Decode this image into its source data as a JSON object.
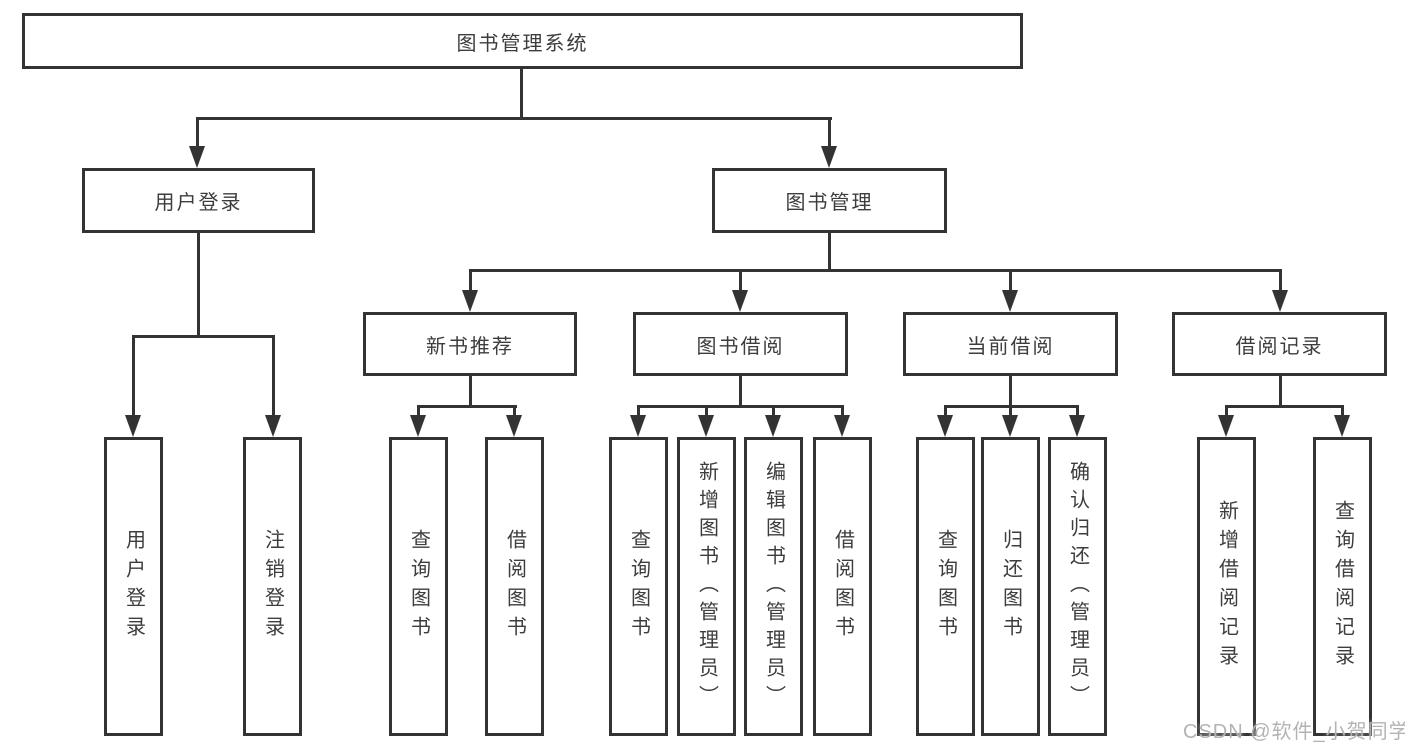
{
  "diagram": {
    "root": {
      "label": "图书管理系统"
    },
    "branches": [
      {
        "label": "用户登录",
        "children": [
          {
            "label": "用户登录"
          },
          {
            "label": "注销登录"
          }
        ]
      },
      {
        "label": "图书管理",
        "children": [
          {
            "label": "新书推荐",
            "children": [
              {
                "label": "查询图书"
              },
              {
                "label": "借阅图书"
              }
            ]
          },
          {
            "label": "图书借阅",
            "children": [
              {
                "label": "查询图书"
              },
              {
                "label": "新增图书（管理员）"
              },
              {
                "label": "编辑图书（管理员）"
              },
              {
                "label": "借阅图书"
              }
            ]
          },
          {
            "label": "当前借阅",
            "children": [
              {
                "label": "查询图书"
              },
              {
                "label": "归还图书"
              },
              {
                "label": "确认归还（管理员）"
              }
            ]
          },
          {
            "label": "借阅记录",
            "children": [
              {
                "label": "新增借阅记录"
              },
              {
                "label": "查询借阅记录"
              }
            ]
          }
        ]
      }
    ]
  },
  "watermark": "CSDN @软件_小贺同学",
  "colors": {
    "line": "#333333",
    "text": "#3d3d3d",
    "watermark": "#b3b3b3"
  }
}
